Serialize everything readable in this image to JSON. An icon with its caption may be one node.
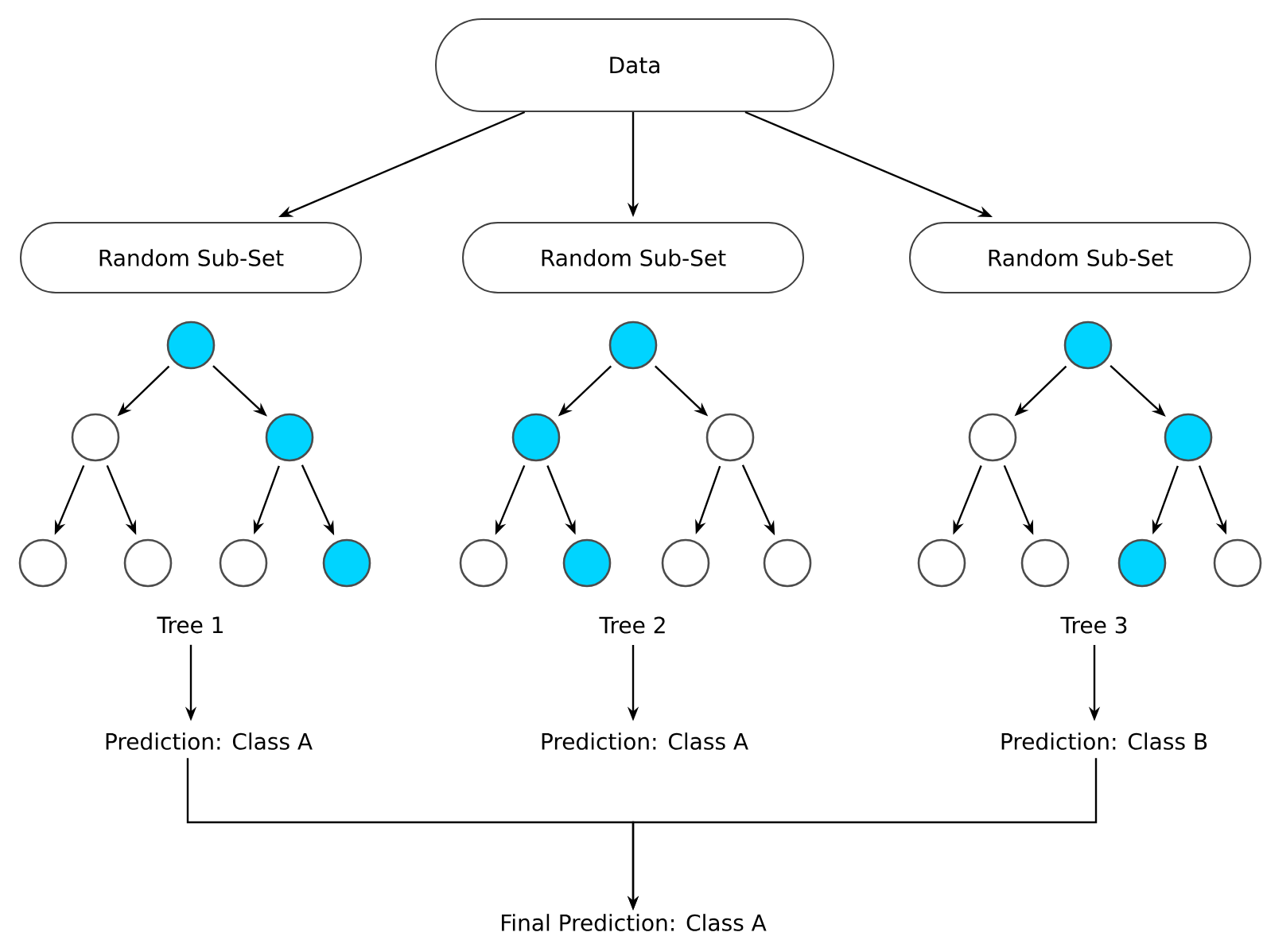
{
  "diagram": {
    "nodes": [
      {
        "text": [
          "Data"
        ]
      },
      {
        "text": [
          "Random Sub-Set"
        ]
      },
      {
        "text": [
          "Random Sub-Set"
        ]
      },
      {
        "text": [
          "Random Sub-Set"
        ]
      },
      {
        "text": [],
        "shape": "circle"
      },
      {
        "text": [],
        "shape": "circle"
      },
      {
        "text": [],
        "shape": "circle"
      },
      {
        "text": [],
        "shape": "circle"
      },
      {
        "text": [],
        "shape": "circle"
      },
      {
        "text": [],
        "shape": "circle"
      },
      {
        "text": [],
        "shape": "circle"
      },
      {
        "text": [],
        "shape": "circle"
      },
      {
        "text": [],
        "shape": "circle"
      },
      {
        "text": [],
        "shape": "circle"
      },
      {
        "text": [],
        "shape": "circle"
      },
      {
        "text": [],
        "shape": "circle"
      },
      {
        "text": [],
        "shape": "circle"
      },
      {
        "text": [],
        "shape": "circle"
      },
      {
        "text": [],
        "shape": "circle"
      },
      {
        "text": [],
        "shape": "circle"
      },
      {
        "text": [],
        "shape": "circle"
      },
      {
        "text": [],
        "shape": "circle"
      },
      {
        "text": [],
        "shape": "circle"
      },
      {
        "text": [],
        "shape": "circle"
      },
      {
        "text": [],
        "shape": "circle"
      },
      {
        "text": [
          "Tree 1"
        ]
      },
      {
        "text": [
          "Tree 2"
        ]
      },
      {
        "text": [
          "Tree 3"
        ]
      },
      {
        "text": [
          "Prediction: Class A"
        ]
      },
      {
        "text": [
          "Prediction: Class A"
        ]
      },
      {
        "text": [
          "Prediction: Class B"
        ]
      },
      {
        "text": [
          "Final Prediction: Class A"
        ]
      }
    ],
    "edges": [
      {
        "from": 0,
        "to": 1,
        "arrow": "to"
      },
      {
        "from": 0,
        "to": 2,
        "arrow": "to"
      },
      {
        "from": 0,
        "to": 3,
        "arrow": "to"
      },
      {
        "from": 4,
        "to": 5,
        "arrow": "to"
      },
      {
        "from": 4,
        "to": 6,
        "arrow": "to"
      },
      {
        "from": 5,
        "to": 7,
        "arrow": "to"
      },
      {
        "from": 5,
        "to": 8,
        "arrow": "to"
      },
      {
        "from": 6,
        "to": 9,
        "arrow": "to"
      },
      {
        "from": 6,
        "to": 10,
        "arrow": "to"
      },
      {
        "from": 11,
        "to": 12,
        "arrow": "to"
      },
      {
        "from": 11,
        "to": 13,
        "arrow": "to"
      },
      {
        "from": 12,
        "to": 14,
        "arrow": "to"
      },
      {
        "from": 12,
        "to": 15,
        "arrow": "to"
      },
      {
        "from": 13,
        "to": 16,
        "arrow": "to"
      },
      {
        "from": 13,
        "to": 17,
        "arrow": "to"
      },
      {
        "from": 18,
        "to": 19,
        "arrow": "to"
      },
      {
        "from": 18,
        "to": 20,
        "arrow": "to"
      },
      {
        "from": 19,
        "to": 21,
        "arrow": "to"
      },
      {
        "from": 19,
        "to": 22,
        "arrow": "to"
      },
      {
        "from": 20,
        "to": 23,
        "arrow": "to"
      },
      {
        "from": 20,
        "to": 24,
        "arrow": "to"
      },
      {
        "from": 25,
        "to": 28,
        "arrow": "to"
      },
      {
        "from": 26,
        "to": 29,
        "arrow": "to"
      },
      {
        "from": 27,
        "to": 30,
        "arrow": "to"
      },
      {
        "from": 28,
        "to": 31,
        "arrow": "to"
      },
      {
        "from": 30,
        "to": 31,
        "arrow": "to"
      }
    ]
  }
}
